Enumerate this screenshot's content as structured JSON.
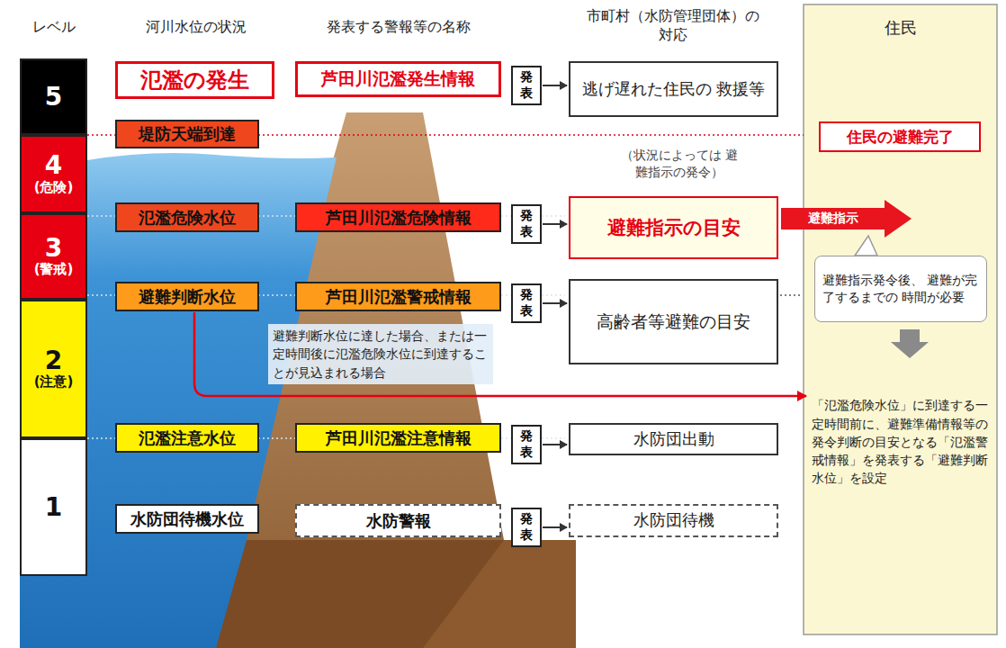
{
  "diagram": {
    "nodes": [
      {
        "text": [
          "5"
        ]
      },
      {
        "text": [
          "4",
          "(危険)"
        ]
      },
      {
        "text": [
          "3",
          "(警戒)"
        ]
      },
      {
        "text": [
          "2",
          "(注意)"
        ]
      },
      {
        "text": [
          "1"
        ]
      },
      {
        "text": [
          "氾濫の発生"
        ]
      },
      {
        "text": [
          "芦田川氾濫発生情報"
        ]
      },
      {
        "text": [
          "発表"
        ]
      },
      {
        "text": [
          "逃げ遅れた住民の 救援等"
        ]
      },
      {
        "text": [
          "堤防天端到達"
        ]
      },
      {
        "text": [
          "住民"
        ]
      },
      {
        "text": [
          "住民の避難完了"
        ],
        "in": 10
      },
      {
        "text": [
          "氾濫危険水位"
        ]
      },
      {
        "text": [
          "芦田川氾濫危険情報"
        ]
      },
      {
        "text": [
          "発表"
        ]
      },
      {
        "text": [
          "避難指示の目安"
        ]
      },
      {
        "text": [
          "避難指示"
        ]
      },
      {
        "text": [
          "避難指示発令後、 避難が完了するまでの 時間が必要"
        ],
        "in": 10
      },
      {
        "text": [
          "「氾濫危険水位」に到達する一定時間前に、避難準備情報等の発令判断の目安となる「氾濫警戒情報」を発表する「避難判断水位」を設定"
        ],
        "in": 10
      },
      {
        "text": [
          "避難判断水位"
        ]
      },
      {
        "text": [
          "芦田川氾濫警戒情報"
        ]
      },
      {
        "text": [
          "発表"
        ]
      },
      {
        "text": [
          "高齢者等避難の目安"
        ]
      },
      {
        "text": [
          "氾濫注意水位"
        ]
      },
      {
        "text": [
          "芦田川氾濫注意情報"
        ]
      },
      {
        "text": [
          "発表"
        ]
      },
      {
        "text": [
          "水防団出動"
        ]
      },
      {
        "text": [
          "水防団待機水位"
        ]
      },
      {
        "text": [
          "水防警報"
        ]
      },
      {
        "text": [
          "発表"
        ]
      },
      {
        "text": [
          "水防団待機"
        ]
      }
    ],
    "edges": [
      {
        "from": 7,
        "to": 8,
        "arrow": "to"
      },
      {
        "from": 14,
        "to": 15,
        "arrow": "to"
      },
      {
        "from": 21,
        "to": 22,
        "arrow": "to"
      },
      {
        "from": 25,
        "to": 26,
        "arrow": "to"
      },
      {
        "from": 29,
        "to": 30,
        "arrow": "to"
      },
      {
        "from": 19,
        "to": 18,
        "arrow": "to"
      }
    ],
    "labels": [
      "レベル",
      "河川水位の状況",
      "発表する警報等の名称",
      "市町村（水防管理団体）の対応",
      "（状況によっては 避難指示の発令）",
      "避難判断水位に達した場合、または一定時間後に氾濫危険水位に到達することが見込まれる場合"
    ]
  }
}
